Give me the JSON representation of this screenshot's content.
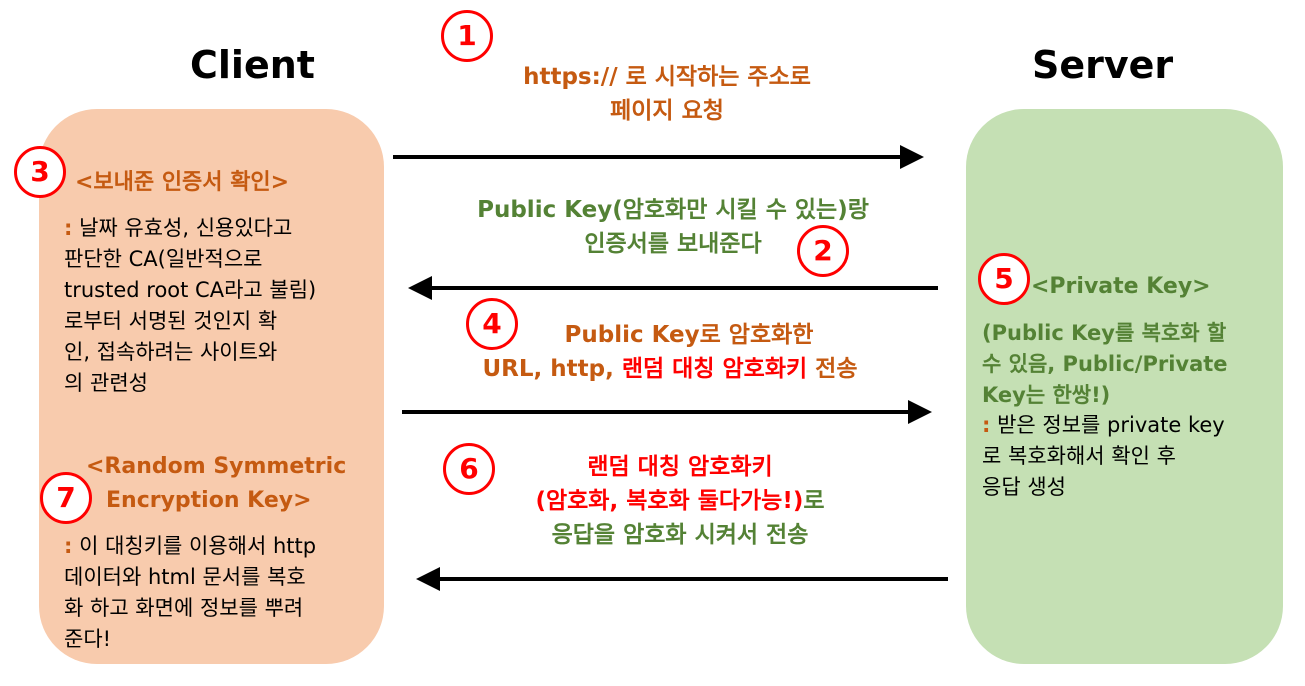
{
  "client": {
    "heading": "Client",
    "step3_title": "<보내준 인증서 확인>",
    "step3_body": [
      "날짜 유효성, 신용있다고",
      "판단한 CA(일반적으로",
      "trusted root CA라고 불림)",
      "로부터 서명된 것인지 확",
      "인, 접속하려는 사이트와",
      "의 관련성"
    ],
    "step7_title": [
      "<Random Symmetric",
      "Encryption Key>"
    ],
    "step7_body": [
      "이 대칭키를 이용해서 http",
      "데이터와 html 문서를 복호",
      "화 하고 화면에 정보를 뿌려",
      "준다!"
    ],
    "colon": ":"
  },
  "server": {
    "heading": "Server",
    "step5_title": "<Private Key>",
    "step5_note": [
      "(Public Key를 복호화 할",
      "수 있음, Public/Private",
      "Key는 한쌍!)"
    ],
    "step5_body": [
      "받은 정보를 private key",
      "로 복호화해서 확인 후",
      "응답 생성"
    ],
    "colon": ":"
  },
  "steps": {
    "n1": "1",
    "n2": "2",
    "n3": "3",
    "n4": "4",
    "n5": "5",
    "n6": "6",
    "n7": "7",
    "step1_line1": "https:// 로 시작하는 주소로",
    "step1_line2": "페이지 요청",
    "step2_line1": "Public Key(암호화만 시킬 수 있는)랑",
    "step2_line2": "인증서를 보내준다",
    "step4_line1": "Public Key로 암호화한",
    "step4_line2_orange": "URL, http, ",
    "step4_line2_red": "랜덤 대칭 암호화키",
    "step4_line2_end": " 전송",
    "step6_line1": "랜덤 대칭 암호화키",
    "step6_line2_red": "(암호화, 복호화 둘다가능!)",
    "step6_line2_green": "로",
    "step6_line3": "응답을 암호화 시켜서 전송"
  },
  "colors": {
    "client_panel": "#f8cbad",
    "server_panel": "#c5e0b4",
    "orange_text": "#c55a11",
    "green_text": "#548235",
    "red": "#ff0000",
    "arrow": "#000000"
  }
}
